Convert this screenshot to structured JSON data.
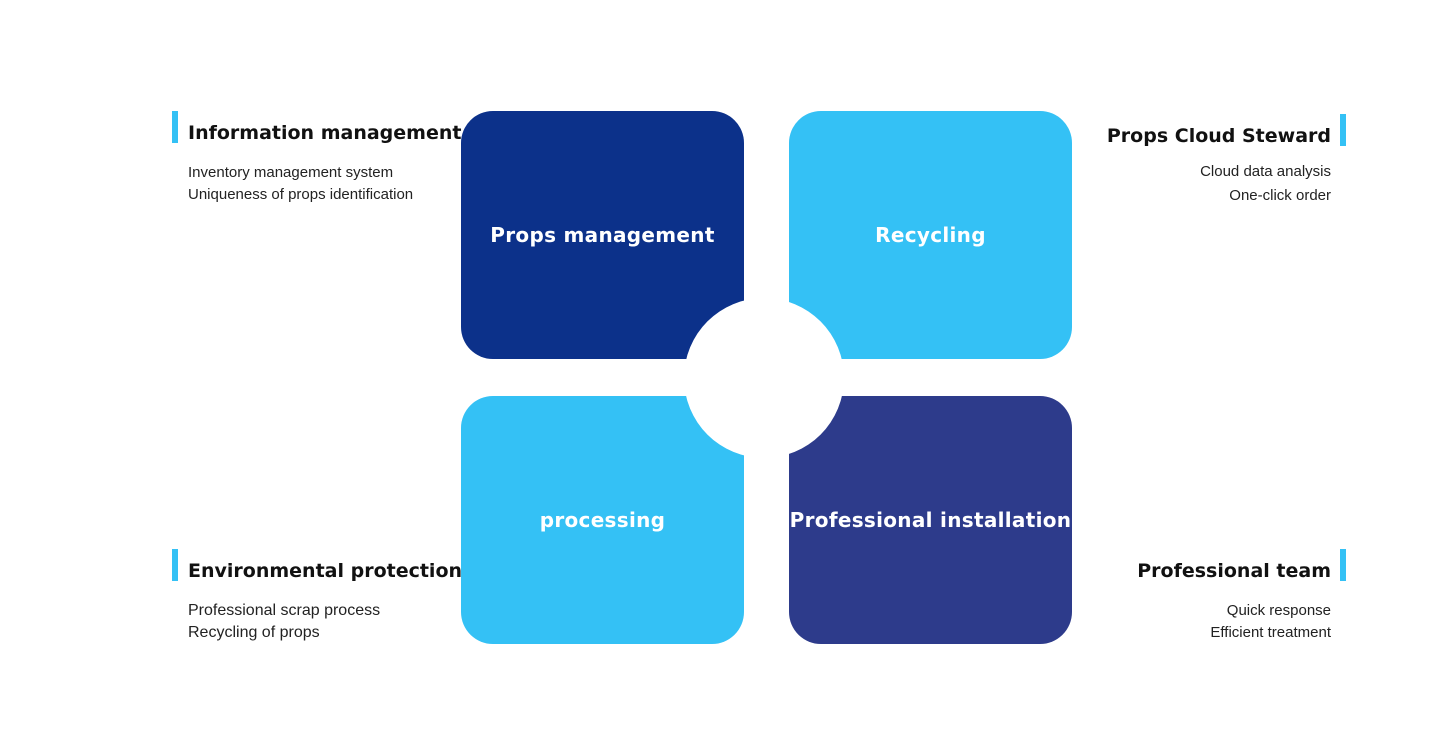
{
  "colors": {
    "dark_blue": "#0c318a",
    "light_blue": "#34c1f5",
    "indigo": "#2d3b8b",
    "accent": "#34c1f5",
    "hub": "#ffffff"
  },
  "tiles": {
    "top_left": {
      "label": "Props management"
    },
    "top_right": {
      "label": "Recycling"
    },
    "bottom_left": {
      "label": "processing"
    },
    "bottom_right": {
      "label": "Professional installation"
    }
  },
  "blocks": {
    "top_left": {
      "heading": "Information management",
      "items": [
        "Inventory management system",
        "Uniqueness of props identification"
      ]
    },
    "top_right": {
      "heading": "Props Cloud Steward",
      "items": [
        "Cloud data analysis",
        "One-click order"
      ]
    },
    "bottom_left": {
      "heading": "Environmental protection",
      "items": [
        "Professional scrap process",
        "Recycling of props"
      ]
    },
    "bottom_right": {
      "heading": "Professional team",
      "items": [
        "Quick response",
        "Efficient treatment"
      ]
    }
  }
}
